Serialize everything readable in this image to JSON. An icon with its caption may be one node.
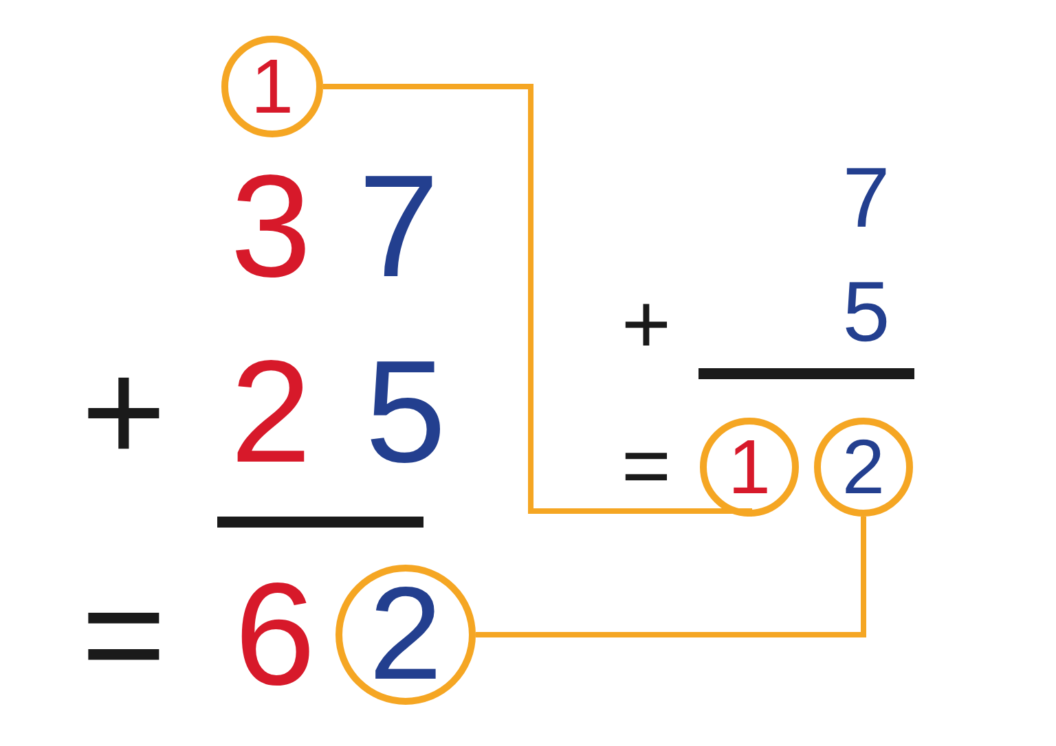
{
  "diagram": {
    "nodes": [
      {
        "text": [
          "1"
        ]
      },
      {
        "text": [
          "1"
        ]
      },
      {
        "text": [
          "2"
        ]
      },
      {
        "text": [
          "2"
        ]
      }
    ],
    "edges": [
      {
        "from": 1,
        "to": 0,
        "arrow": "none"
      },
      {
        "from": 2,
        "to": 3,
        "arrow": "none"
      }
    ],
    "labels": [
      "3",
      "7",
      "7",
      "+",
      "5",
      "+",
      "2",
      "5",
      "=",
      "6",
      "="
    ]
  }
}
